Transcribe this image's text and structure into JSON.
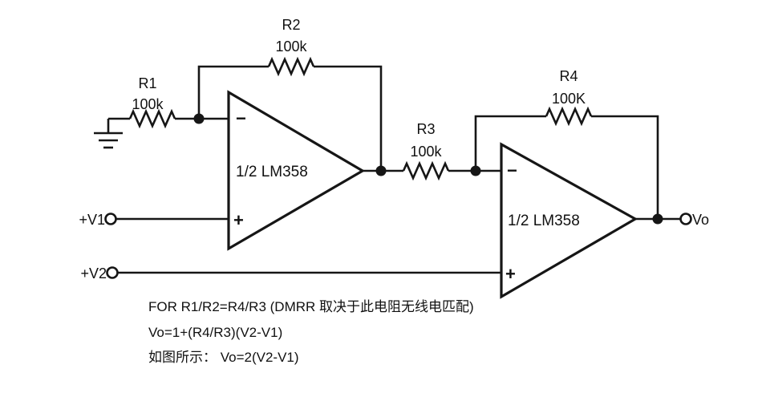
{
  "diagram": {
    "type": "circuit-schematic",
    "description": "Two op-amp differential amplifier built from 1/2 LM358 stages",
    "components": {
      "r1": {
        "name": "R1",
        "value": "100k"
      },
      "r2": {
        "name": "R2",
        "value": "100k"
      },
      "r3": {
        "name": "R3",
        "value": "100k"
      },
      "r4": {
        "name": "R4",
        "value": "100K"
      },
      "opamp1": {
        "label": "1/2 LM358",
        "minus": "−",
        "plus": "+"
      },
      "opamp2": {
        "label": "1/2 LM358",
        "minus": "−",
        "plus": "+"
      }
    },
    "terminals": {
      "v1": "+V1",
      "v2": "+V2",
      "vo": "Vo"
    },
    "notes": [
      "FOR R1/R2=R4/R3 (DMRR 取决于此电阻无线电匹配)",
      "Vo=1+(R4/R3)(V2-V1)",
      "如图所示：  Vo=2(V2-V1)"
    ],
    "colors": {
      "line": "#161616",
      "background": "#ffffff"
    }
  }
}
